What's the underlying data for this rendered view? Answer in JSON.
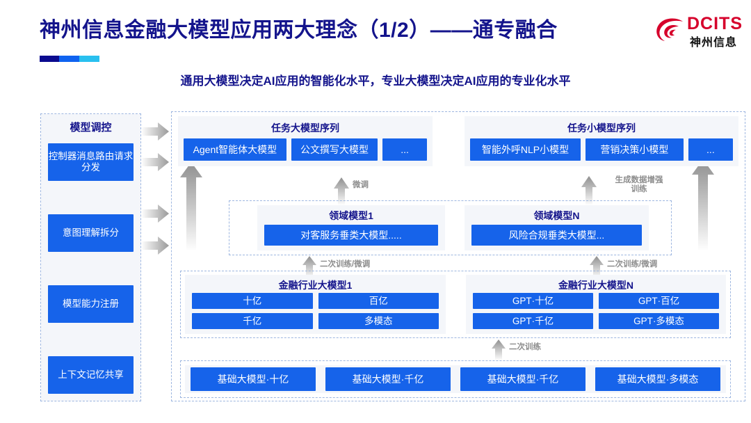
{
  "header": {
    "title": "神州信息金融大模型应用两大理念（1/2）——通专融合",
    "subtitle": "通用大模型决定AI应用的智能化水平，专业大模型决定AI应用的专业化水平",
    "logo_en": "DCITS",
    "logo_cn": "神州信息",
    "accent_navy": "#14148c",
    "accent_blue": "#1663ea",
    "logo_red": "#d6002b"
  },
  "left_panel": {
    "title": "模型调控",
    "items": [
      {
        "label": "控制器消息路由请求分发"
      },
      {
        "label": "意图理解拆分"
      },
      {
        "label": "模型能力注册"
      },
      {
        "label": "上下文记忆共享"
      }
    ]
  },
  "connector_arrows": {
    "right_arrow_count": 4
  },
  "task_sequences": [
    {
      "title": "任务大模型序列",
      "items": [
        "Agent智能体大模型",
        "公文撰写大模型",
        "..."
      ]
    },
    {
      "title": "任务小模型序列",
      "items": [
        "智能外呼NLP小模型",
        "营销决策小模型",
        "..."
      ]
    }
  ],
  "domain_models": [
    {
      "title": "领域模型1",
      "box": "对客服务垂类大模型....."
    },
    {
      "title": "领域模型N",
      "box": "风险合规垂类大模型..."
    }
  ],
  "finance_models": [
    {
      "title": "金融行业大模型1",
      "boxes": [
        "十亿",
        "百亿",
        "千亿",
        "多模态"
      ]
    },
    {
      "title": "金融行业大模型N",
      "boxes": [
        "GPT·十亿",
        "GPT·百亿",
        "GPT·千亿",
        "GPT·多模态"
      ]
    }
  ],
  "base_models": {
    "boxes": [
      "基础大模型·十亿",
      "基础大模型·千亿",
      "基础大模型·千亿",
      "基础大模型·多模态"
    ]
  },
  "flow_labels": {
    "fine_tune": "微调",
    "data_aug": "生成数据增强\n训练",
    "retrain_tune_left": "二次训练/微调",
    "retrain_tune_right": "二次训练/微调",
    "retrain": "二次训练"
  }
}
